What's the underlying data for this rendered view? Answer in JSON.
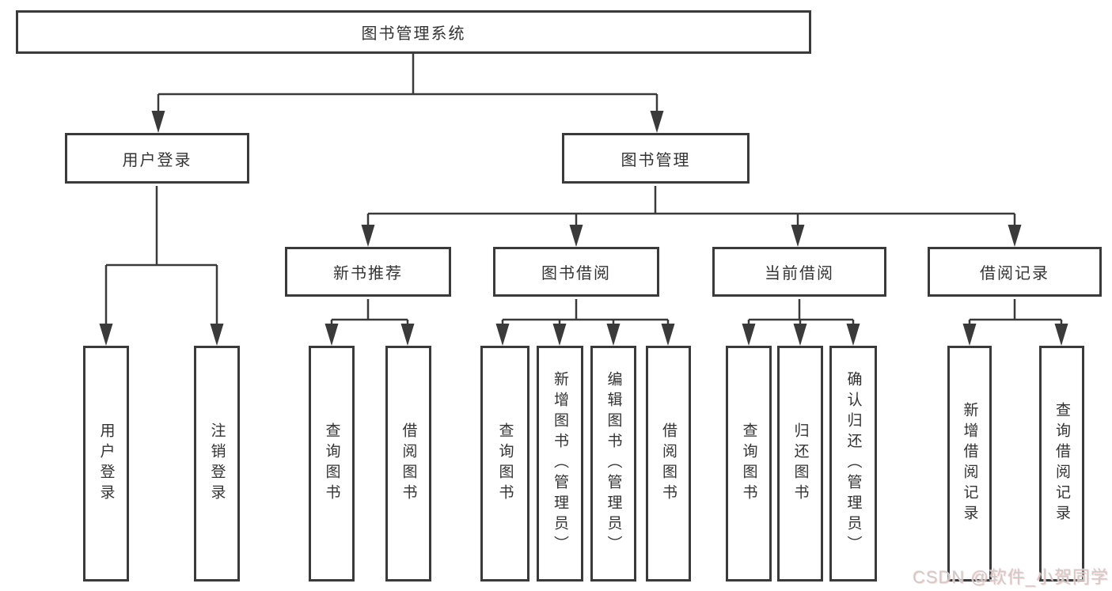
{
  "diagram": {
    "root": {
      "label": "图书管理系统"
    },
    "branches": [
      {
        "label": "用户登录",
        "children": [
          {
            "label": "用户登录"
          },
          {
            "label": "注销登录"
          }
        ]
      },
      {
        "label": "图书管理",
        "children": [
          {
            "label": "新书推荐",
            "children": [
              {
                "label": "查询图书"
              },
              {
                "label": "借阅图书"
              }
            ]
          },
          {
            "label": "图书借阅",
            "children": [
              {
                "label": "查询图书"
              },
              {
                "label": "新增图书（管理员）"
              },
              {
                "label": "编辑图书（管理员）"
              },
              {
                "label": "借阅图书"
              }
            ]
          },
          {
            "label": "当前借阅",
            "children": [
              {
                "label": "查询图书"
              },
              {
                "label": "归还图书"
              },
              {
                "label": "确认归还（管理员）"
              }
            ]
          },
          {
            "label": "借阅记录",
            "children": [
              {
                "label": "新增借阅记录"
              },
              {
                "label": "查询借阅记录"
              }
            ]
          }
        ]
      }
    ]
  },
  "watermark": {
    "text": "CSDN @软件_小贺同学"
  },
  "colors": {
    "line": "#3a3a3a",
    "box_border": "#3a3a3a",
    "text": "#333333",
    "watermark": "#cbcbcb"
  }
}
